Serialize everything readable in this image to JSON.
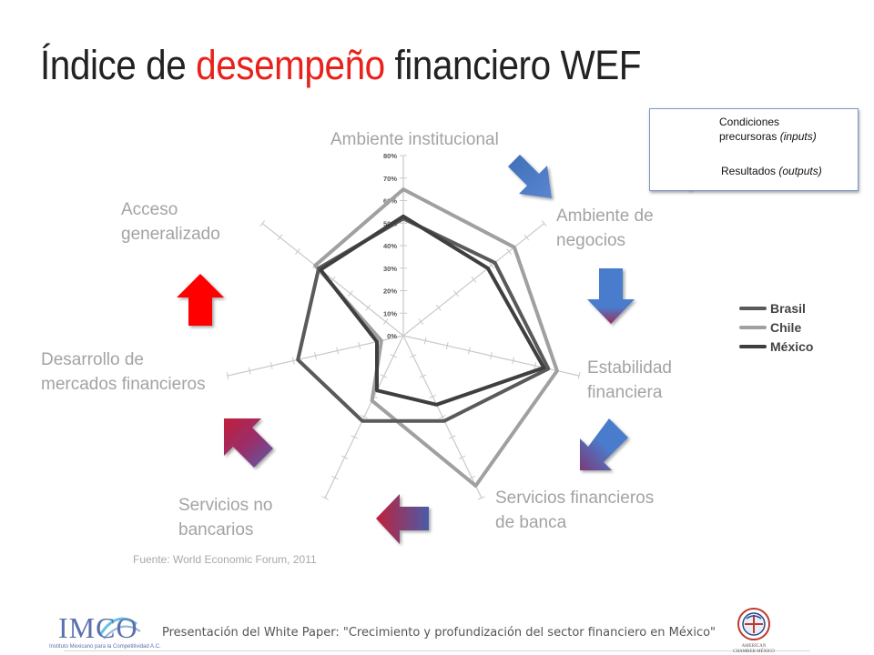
{
  "title": {
    "part1": "Índice de ",
    "accent": "desempeño",
    "part2": " financiero WEF"
  },
  "axis_labels": {
    "ambiente_institucional": "Ambiente  institucional",
    "ambiente_negocios_1": "Ambiente de",
    "ambiente_negocios_2": "negocios",
    "estabilidad_1": "Estabilidad",
    "estabilidad_2": "financiera",
    "banca_1": "Servicios financieros",
    "banca_2": "de banca",
    "no_bancarios_1": "Servicios no",
    "no_bancarios_2": "bancarios",
    "mercados_1": "Desarrollo de",
    "mercados_2": "mercados financieros",
    "acceso_1": "Acceso",
    "acceso_2": "generalizado"
  },
  "legend_box": {
    "inputs_line1": "Condiciones",
    "inputs_line2": "precursoras ",
    "inputs_italic": "(inputs)",
    "outputs_label": "Resultados ",
    "outputs_italic": "(outputs)"
  },
  "source": "Fuente: World Economic Forum, 2011",
  "footer": "Presentación del White Paper: \"Crecimiento y profundización del sector financiero en México\"",
  "logos": {
    "imco": "IMCO",
    "imco_sub": "Instituto Mexicano para la Competitividad A.C.",
    "amcham_sub": "AMERICAN CHAMBER MÉXICO"
  },
  "colors": {
    "accent_red": "#e8221b",
    "arrow_blue": "#4472c4",
    "arrow_red": "#ff0000",
    "label_gray": "#a3a3a3"
  },
  "icons": [
    "arrow-right-blue-icon",
    "arrow-right-red-icon",
    "arrow-up-red-icon",
    "arrow-gradient-icon"
  ],
  "chart_data": {
    "type": "radar",
    "categories": [
      "Ambiente  institucional",
      "Ambiente de negocios",
      "Estabilidad financiera",
      "Servicios financieros de banca",
      "Servicios no bancarios",
      "Desarrollo de mercados financieros",
      "Acceso generalizado"
    ],
    "rlim": [
      0,
      80
    ],
    "ticks": [
      "0%",
      "10%",
      "20%",
      "30%",
      "40%",
      "50%",
      "60%",
      "70%",
      "80%"
    ],
    "tick_values": [
      0,
      10,
      20,
      30,
      40,
      50,
      60,
      70,
      80
    ],
    "series": [
      {
        "name": "Brasil",
        "color": "#5a5a5a",
        "values": [
          52,
          52,
          66,
          42,
          42,
          48,
          48
        ]
      },
      {
        "name": "Chile",
        "color": "#a0a0a0",
        "values": [
          65,
          63,
          70,
          74,
          32,
          10,
          50
        ]
      },
      {
        "name": "México",
        "color": "#3f3f3f",
        "values": [
          53,
          48,
          64,
          34,
          27,
          12,
          47
        ]
      }
    ],
    "grid": true,
    "legend": "right"
  }
}
